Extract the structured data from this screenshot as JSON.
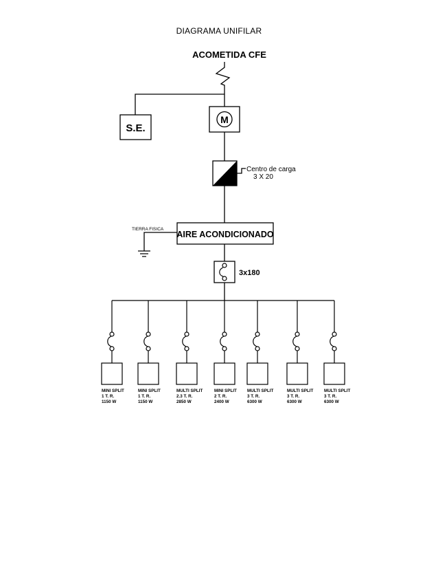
{
  "page": {
    "title": "DIAGRAMA UNIFILAR"
  },
  "diagram": {
    "service_entry": "ACOMETIDA CFE",
    "substation": "S.E.",
    "meter": "M",
    "load_center": {
      "label_line1": "Centro de carga",
      "label_line2": "3 X 20"
    },
    "main_panel": "AIRE ACONDICIONADO",
    "ground": "TIERRA FISICA",
    "main_breaker": "3x180",
    "branches": [
      {
        "type": "MINI SPLIT",
        "phases": "1 T. R.",
        "power": "1150 W"
      },
      {
        "type": "MINI SPLIT",
        "phases": "1 T. R.",
        "power": "1150 W"
      },
      {
        "type": "MULTI SPLIT",
        "phases": "2.3 T. R.",
        "power": "2850 W"
      },
      {
        "type": "MINI SPLIT",
        "phases": "2 T. R.",
        "power": "2400 W"
      },
      {
        "type": "MULTI SPLIT",
        "phases": "3 T. R.",
        "power": "6300 W"
      },
      {
        "type": "MULTI SPLIT",
        "phases": "3 T. R.",
        "power": "6300 W"
      },
      {
        "type": "MULTI SPLIT",
        "phases": "3 T. R.",
        "power": "6300 W"
      }
    ]
  }
}
